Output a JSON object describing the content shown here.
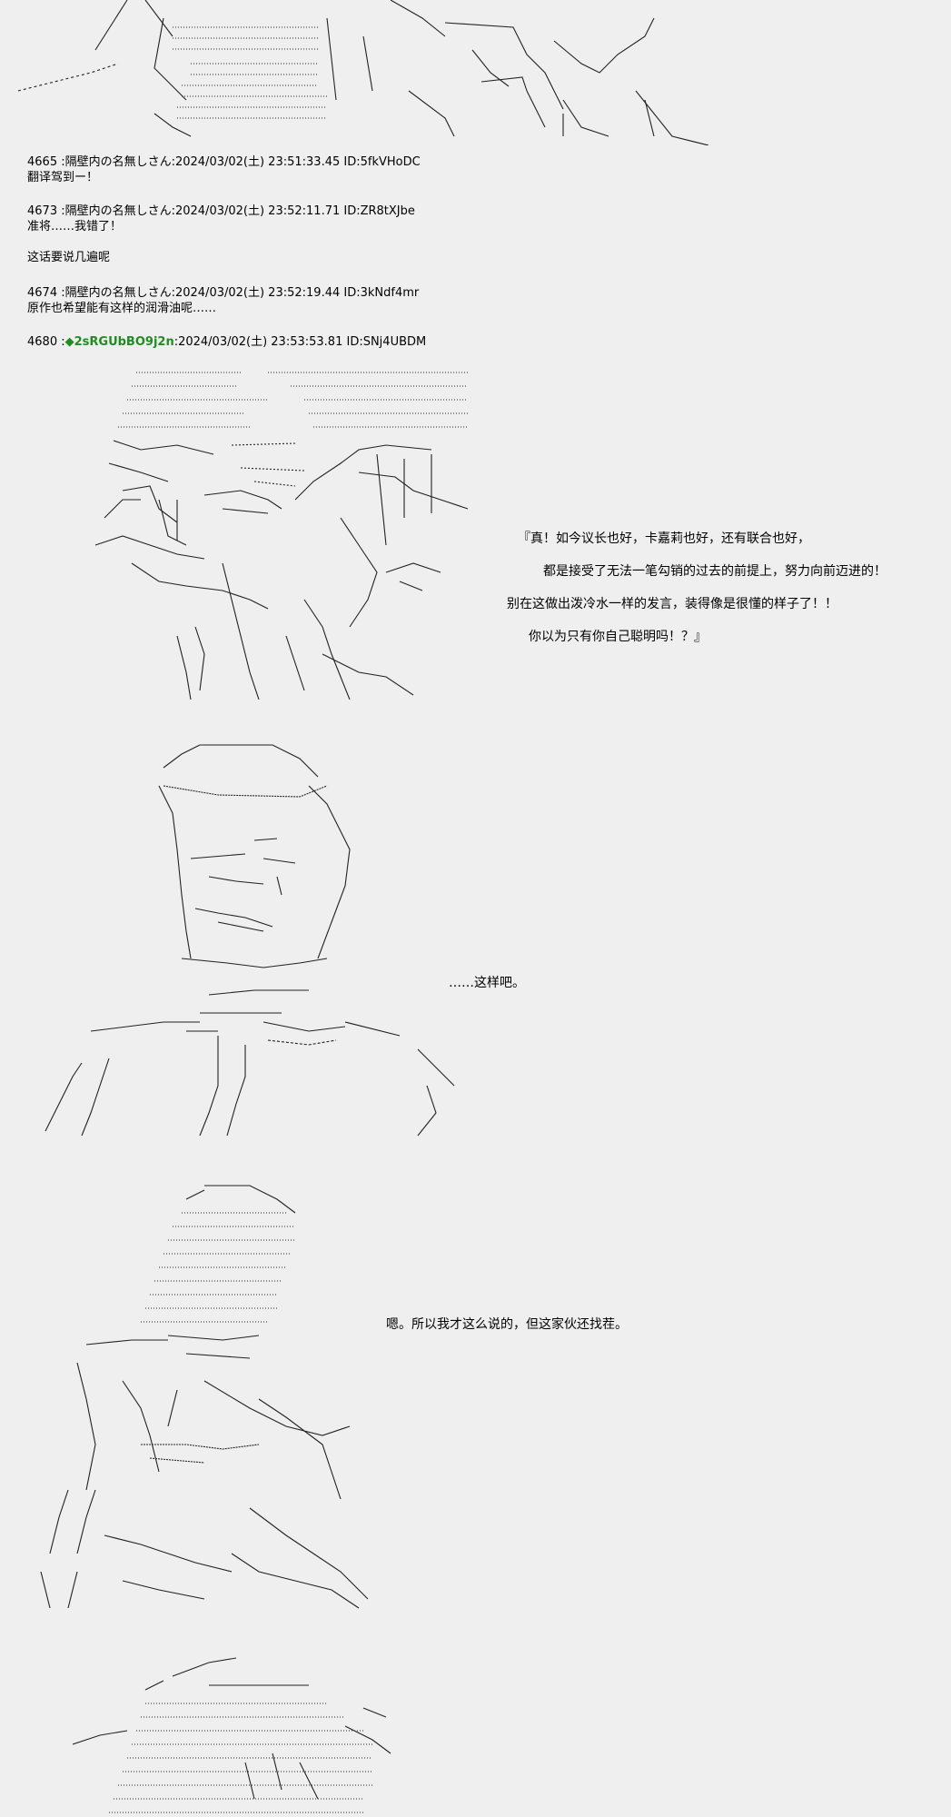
{
  "posts": [
    {
      "header": "4665 :隔壁内の名無しさん:2024/03/02(土) 23:51:33.45 ID:5fkVHoDC",
      "lines": [
        "翻译驾到ー！"
      ]
    },
    {
      "header": "4673 :隔壁内の名無しさん:2024/03/02(土) 23:52:11.71 ID:ZR8tXJbe",
      "lines": [
        "准将……我错了！",
        "",
        "这话要说几遍呢"
      ]
    },
    {
      "header": "4674 :隔壁内の名無しさん:2024/03/02(土) 23:52:19.44 ID:3kNdf4mr",
      "lines": [
        "原作也希望能有这样的润滑油呢……"
      ]
    },
    {
      "number": "4680 :",
      "trip": "◆2sRGUbBO9j2n",
      "rest": ":2024/03/02(土) 23:53:53.81 ID:SNj4UBDM"
    }
  ],
  "dialog1": [
    "『真！如今议长也好，卡嘉莉也好，还有联合也好，",
    "都是接受了无法一笔勾销的过去的前提上，努力向前迈进的！",
    "别在这做出泼冷水一样的发言，装得像是很懂的样子了！！",
    "你以为只有你自己聪明吗！？』"
  ],
  "dialog2": "……这样吧。",
  "dialog3": "嗯。所以我才这么说的，但这家伙还找茬。",
  "colors": {
    "background": "#efefef",
    "trip": "#228b22"
  }
}
